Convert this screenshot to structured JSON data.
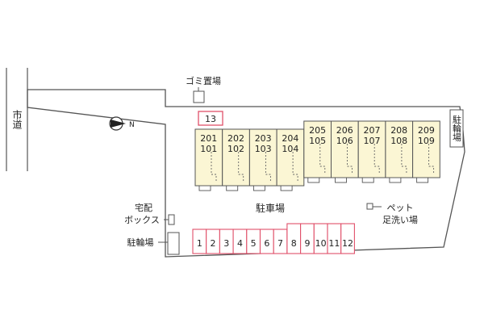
{
  "labels": {
    "road": "市道",
    "garbage": "ゴミ置場",
    "parking": "駐車場",
    "bike_right": "駐輪場",
    "bike_left": "駐輪場",
    "delivery_line1": "宅配",
    "delivery_line2": "ボックス",
    "pet_line1": "ペット",
    "pet_line2": "足洗い場",
    "north": "N"
  },
  "special_space": "13",
  "building_units": [
    {
      "upper": "201",
      "lower": "101"
    },
    {
      "upper": "202",
      "lower": "102"
    },
    {
      "upper": "203",
      "lower": "103"
    },
    {
      "upper": "204",
      "lower": "104"
    },
    {
      "upper": "205",
      "lower": "105"
    },
    {
      "upper": "206",
      "lower": "106"
    },
    {
      "upper": "207",
      "lower": "107"
    },
    {
      "upper": "208",
      "lower": "108"
    },
    {
      "upper": "209",
      "lower": "109"
    }
  ],
  "parking_spaces": [
    "1",
    "2",
    "3",
    "4",
    "5",
    "6",
    "7",
    "8",
    "9",
    "10",
    "11",
    "12"
  ],
  "colors": {
    "line": "#555555",
    "unit_fill": "#fbf6d4",
    "parking_border": "#e0506a"
  }
}
